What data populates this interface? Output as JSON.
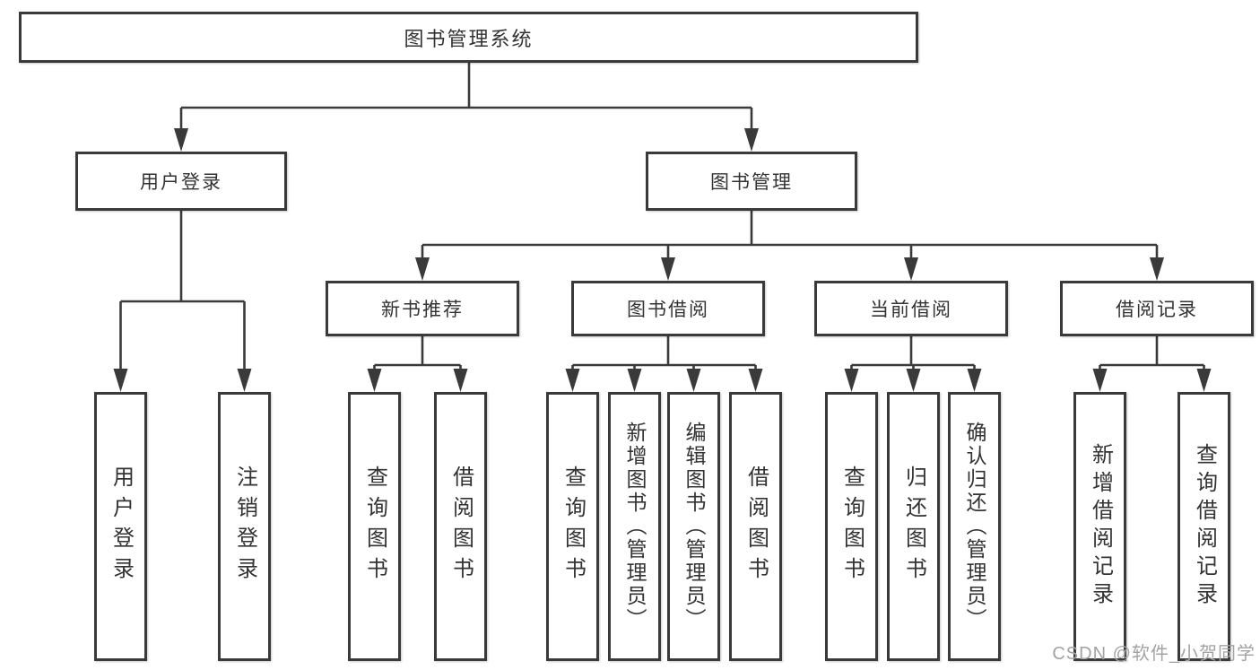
{
  "tree": {
    "label": "图书管理系统",
    "children": [
      {
        "label": "用户登录",
        "children": [
          {
            "label": "用户登录"
          },
          {
            "label": "注销登录"
          }
        ]
      },
      {
        "label": "图书管理",
        "children": [
          {
            "label": "新书推荐",
            "children": [
              {
                "label": "查询图书"
              },
              {
                "label": "借阅图书"
              }
            ]
          },
          {
            "label": "图书借阅",
            "children": [
              {
                "label": "查询图书"
              },
              {
                "label": "新增图书（管理员）"
              },
              {
                "label": "编辑图书（管理员）"
              },
              {
                "label": "借阅图书"
              }
            ]
          },
          {
            "label": "当前借阅",
            "children": [
              {
                "label": "查询图书"
              },
              {
                "label": "归还图书"
              },
              {
                "label": "确认归还（管理员）"
              }
            ]
          },
          {
            "label": "借阅记录",
            "children": [
              {
                "label": "新增借阅记录"
              },
              {
                "label": "查询借阅记录"
              }
            ]
          }
        ]
      }
    ]
  },
  "watermark": {
    "text": "CSDN @软件_小贺同学"
  },
  "colors": {
    "line": "#3a3a3a",
    "text": "#333333",
    "watermark": "#a3a3a3",
    "background": "#ffffff"
  }
}
